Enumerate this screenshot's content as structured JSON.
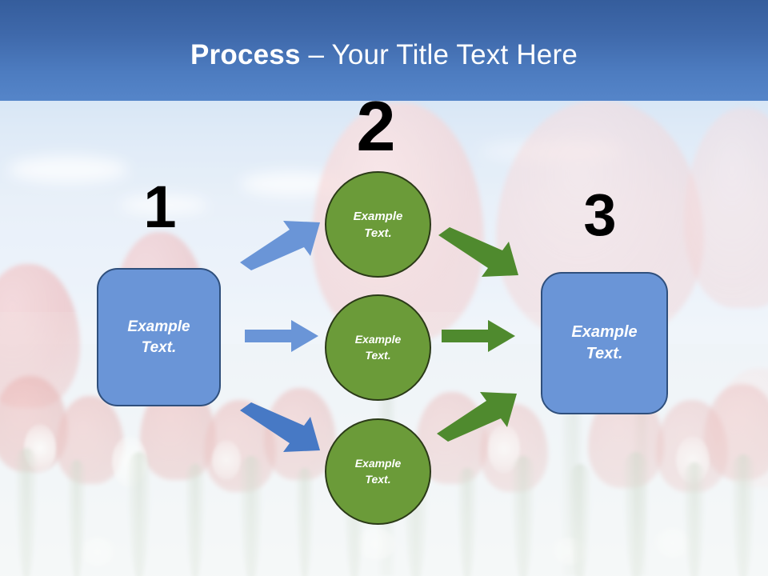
{
  "slide": {
    "title": {
      "bold_part": "Process",
      "rest_part": " – Your Title Text Here"
    }
  },
  "theme": {
    "header_gradient_top": "#355d9c",
    "header_gradient_bottom": "#5585c9",
    "box_fill": "#6a95d7",
    "box_border": "#2f4f7c",
    "circle_fill": "#6b9b39",
    "circle_border": "#2b3a18",
    "arrow_blue": "#6a95d7",
    "arrow_green": "#4f8a2e",
    "number_color": "#000000",
    "shape_text_color": "#ffffff"
  },
  "steps": [
    {
      "number": "1",
      "label": "Example\nText."
    },
    {
      "number": "2",
      "label": ""
    },
    {
      "number": "3",
      "label": "Example\nText."
    }
  ],
  "numbers": {
    "one": "1",
    "two": "2",
    "three": "3"
  },
  "boxes": {
    "box1_line1": "Example",
    "box1_line2": "Text.",
    "box3_line1": "Example",
    "box3_line2": "Text."
  },
  "circles": [
    {
      "line1": "Example",
      "line2": "Text."
    },
    {
      "line1": "Example",
      "line2": "Text."
    },
    {
      "line1": "Example",
      "line2": "Text."
    }
  ],
  "arrows": [
    {
      "id": "blue-up-right",
      "color": "#6a95d7",
      "direction": "up-right",
      "from": "box-1",
      "to": "circle-1"
    },
    {
      "id": "blue-right",
      "color": "#6a95d7",
      "direction": "right",
      "from": "box-1",
      "to": "circle-2"
    },
    {
      "id": "blue-down-right",
      "color": "#6a95d7",
      "direction": "down-right",
      "from": "box-1",
      "to": "circle-3"
    },
    {
      "id": "green-down-right",
      "color": "#4f8a2e",
      "direction": "down-right",
      "from": "circle-1",
      "to": "box-3"
    },
    {
      "id": "green-right",
      "color": "#4f8a2e",
      "direction": "right",
      "from": "circle-2",
      "to": "box-3"
    },
    {
      "id": "green-up-right",
      "color": "#4f8a2e",
      "direction": "up-right",
      "from": "circle-3",
      "to": "box-3"
    }
  ]
}
